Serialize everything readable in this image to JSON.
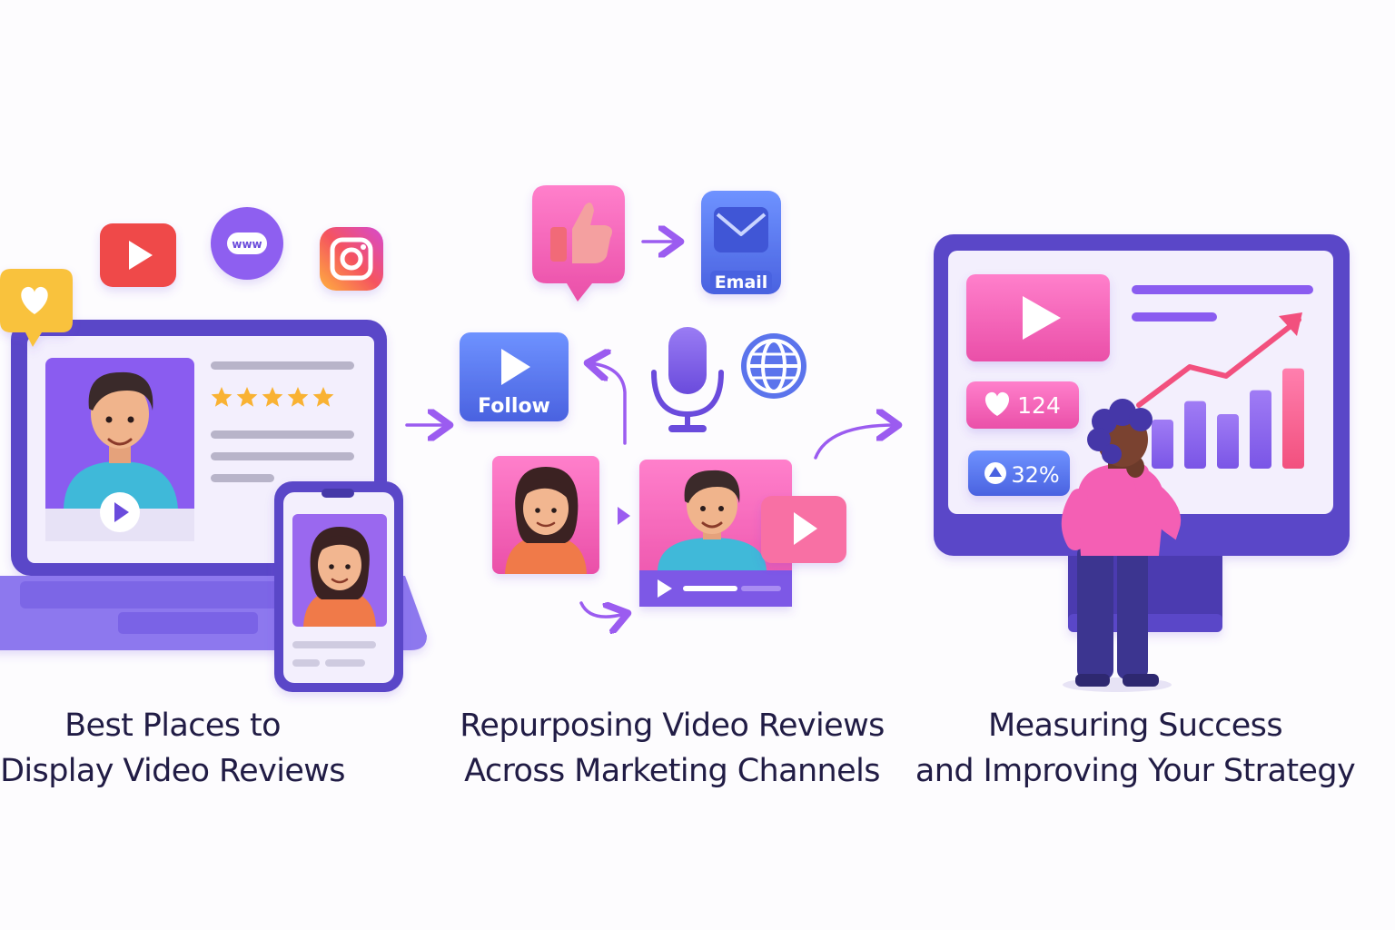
{
  "sections": [
    {
      "caption_line1": "Best Places to",
      "caption_line2": "Display Video Reviews"
    },
    {
      "caption_line1": "Repurposing Video Reviews",
      "caption_line2": "Across Marketing Channels"
    },
    {
      "caption_line1": "Measuring Success",
      "caption_line2": "and Improving Your Strategy"
    }
  ],
  "badges": {
    "follow_label": "Follow",
    "email_label": "Email",
    "likes_count": "124",
    "percent_value": "32%",
    "web_chat_text": "www"
  },
  "rating": {
    "stars": 5,
    "max": 5
  },
  "bar_chart": {
    "values": [
      0.45,
      0.62,
      0.5,
      0.72,
      0.92
    ]
  },
  "colors": {
    "purple": "#7b5ce8",
    "pink": "#f45fb4",
    "blue": "#5577f0",
    "red": "#ef4848",
    "yellow": "#f9c23c",
    "navy": "#4537a8"
  },
  "icons": [
    "heart-icon",
    "play-icon",
    "chat-bubble-icon",
    "instagram-icon",
    "thumbs-up-icon",
    "email-icon",
    "microphone-icon",
    "globe-icon",
    "arrow-icon",
    "person-avatar-icon",
    "trend-arrow-icon"
  ]
}
